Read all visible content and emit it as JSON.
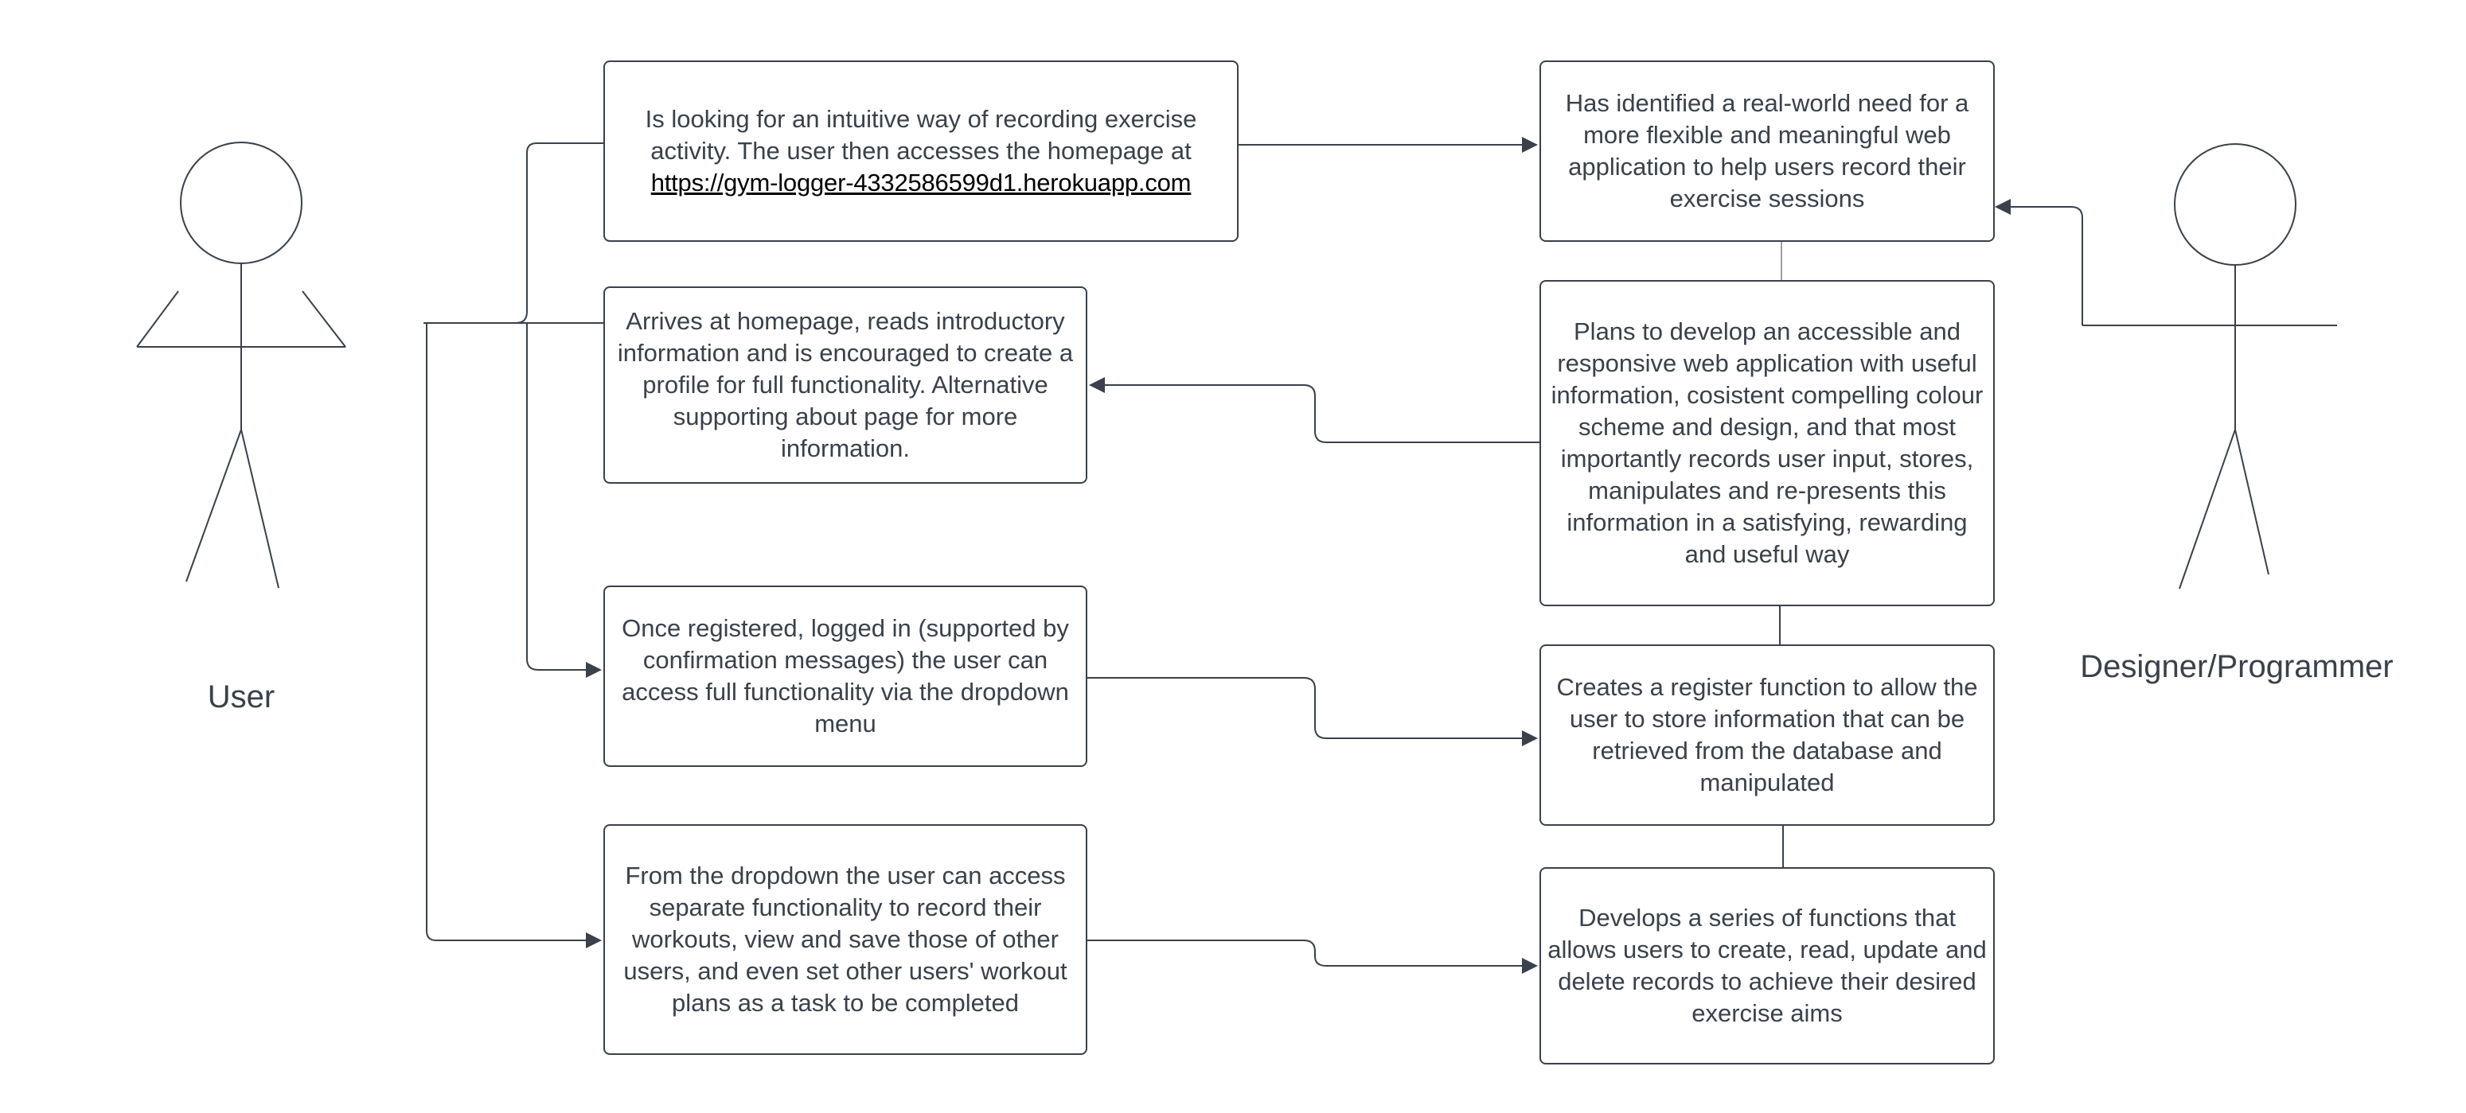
{
  "colors": {
    "line": "#3a414a",
    "text": "#3a414a",
    "background": "#ffffff"
  },
  "actors": {
    "user": {
      "label": "User"
    },
    "designer": {
      "label": "Designer/Programmer"
    }
  },
  "user_steps": {
    "step1": {
      "text": "Is looking for an intuitive way of recording exercise activity. The user then accesses the homepage at",
      "link": "https://gym-logger-4332586599d1.herokuapp.com"
    },
    "step2": {
      "text": "Arrives at homepage, reads introductory information and is encouraged to create a profile for full functionality. Alternative supporting about page for more information."
    },
    "step3": {
      "text": "Once registered, logged in (supported by confirmation messages) the user can access full functionality via the dropdown menu"
    },
    "step4": {
      "text": "From the dropdown the user can access separate functionality to record their workouts, view and save those of other users, and even set other users' workout plans as a task to be completed"
    }
  },
  "designer_steps": {
    "step1": {
      "text": "Has identified a real-world need for a more flexible and meaningful web application to help users record their exercise sessions"
    },
    "step2": {
      "text": "Plans to develop an accessible and responsive web application with useful information, cosistent compelling colour scheme and design, and that most importantly records user input, stores, manipulates and re-presents this information in a satisfying, rewarding and useful way"
    },
    "step3": {
      "text": "Creates a register function to allow the user to store information that can be retrieved from the database and manipulated"
    },
    "step4": {
      "text": "Develops a series of functions that allows users to create, read, update and delete records to achieve their desired exercise aims"
    }
  }
}
